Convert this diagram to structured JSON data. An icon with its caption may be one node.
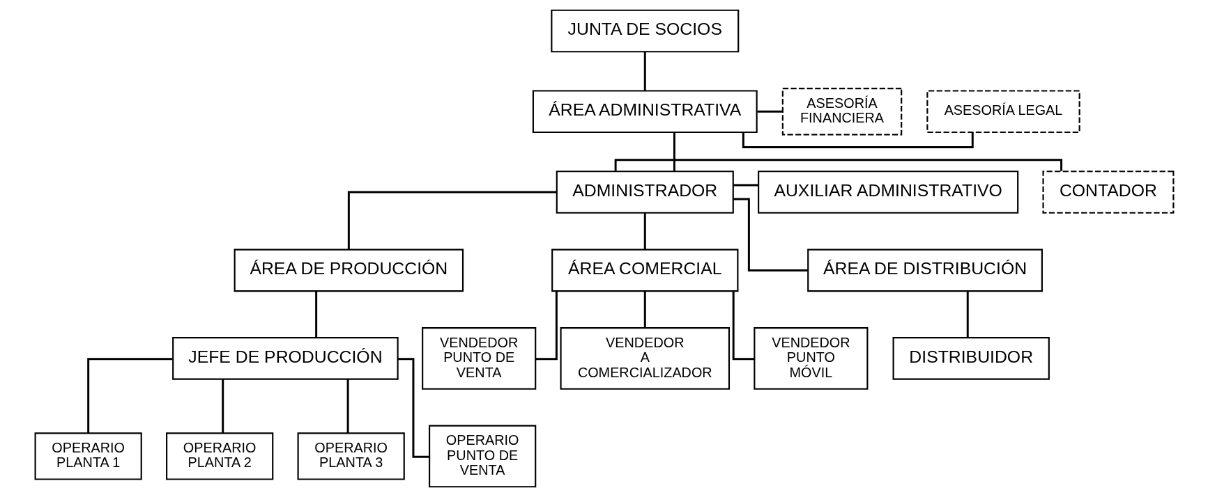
{
  "diagram": {
    "nodes": [
      {
        "text": [
          "JUNTA DE SOCIOS"
        ]
      },
      {
        "text": [
          "ÁREA ADMINISTRATIVA"
        ]
      },
      {
        "text": [
          "ASESORÍA LEGAL"
        ]
      },
      {
        "text": [
          "ASESORÍA FINANCIERA"
        ]
      },
      {
        "text": [
          "CONTADOR"
        ]
      },
      {
        "text": [
          "ADMINISTRADOR"
        ]
      },
      {
        "text": [
          "AUXILIAR ADMINISTRATIVO"
        ]
      },
      {
        "text": [
          "ÁREA DE PRODUCCIÓN"
        ]
      },
      {
        "text": [
          "ÁREA COMERCIAL"
        ]
      },
      {
        "text": [
          "ÁREA DE DISTRIBUCIÓN"
        ]
      },
      {
        "text": [
          "JEFE DE PRODUCCIÓN"
        ]
      },
      {
        "text": [
          "VENDEDOR PUNTO DE VENTA"
        ]
      },
      {
        "text": [
          "VENDEDOR A COMERCIALIZADOR"
        ]
      },
      {
        "text": [
          "VENDEDOR PUNTO MÓVIL"
        ]
      },
      {
        "text": [
          "DISTRIBUIDOR"
        ]
      },
      {
        "text": [
          "OPERARIO PLANTA 1"
        ]
      },
      {
        "text": [
          "OPERARIO PLANTA 2"
        ]
      },
      {
        "text": [
          "OPERARIO PLANTA 3"
        ]
      },
      {
        "text": [
          "OPERARIO PUNTO DE VENTA"
        ]
      }
    ],
    "edges": [
      {
        "from": 0,
        "to": 1,
        "arrow": "none"
      },
      {
        "from": 1,
        "to": 2,
        "arrow": "none"
      },
      {
        "from": 1,
        "to": 3,
        "arrow": "none"
      },
      {
        "from": 1,
        "to": 5,
        "arrow": "none"
      },
      {
        "from": 5,
        "to": 4,
        "arrow": "none"
      },
      {
        "from": 5,
        "to": 6,
        "arrow": "none"
      },
      {
        "from": 5,
        "to": 7,
        "arrow": "none"
      },
      {
        "from": 5,
        "to": 8,
        "arrow": "none"
      },
      {
        "from": 5,
        "to": 9,
        "arrow": "none"
      },
      {
        "from": 7,
        "to": 10,
        "arrow": "none"
      },
      {
        "from": 8,
        "to": 11,
        "arrow": "none"
      },
      {
        "from": 8,
        "to": 12,
        "arrow": "none"
      },
      {
        "from": 8,
        "to": 13,
        "arrow": "none"
      },
      {
        "from": 9,
        "to": 14,
        "arrow": "none"
      },
      {
        "from": 10,
        "to": 15,
        "arrow": "none"
      },
      {
        "from": 10,
        "to": 16,
        "arrow": "none"
      },
      {
        "from": 10,
        "to": 17,
        "arrow": "none"
      },
      {
        "from": 10,
        "to": 18,
        "arrow": "none"
      }
    ]
  }
}
